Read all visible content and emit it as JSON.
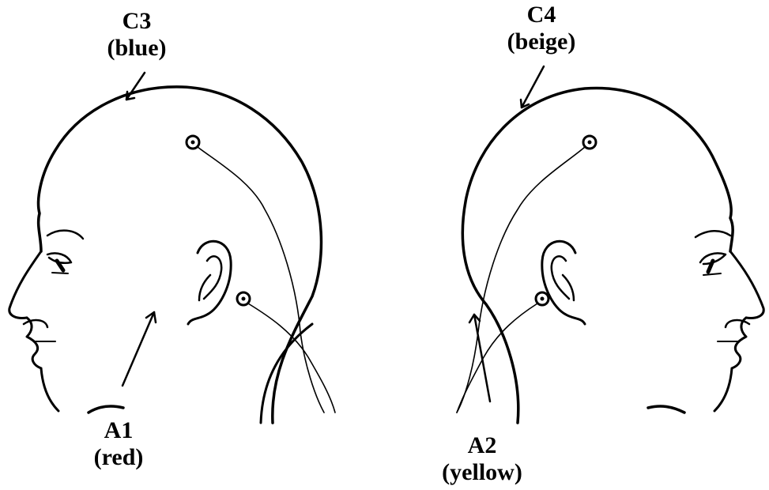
{
  "labels": {
    "c3": {
      "name": "C3",
      "color_text": "(blue)"
    },
    "c4": {
      "name": "C4",
      "color_text": "(beige)"
    },
    "a1": {
      "name": "A1",
      "color_text": "(red)"
    },
    "a2": {
      "name": "A2",
      "color_text": "(yellow)"
    }
  },
  "colors": {
    "ink": "#000000",
    "background": "#ffffff"
  }
}
